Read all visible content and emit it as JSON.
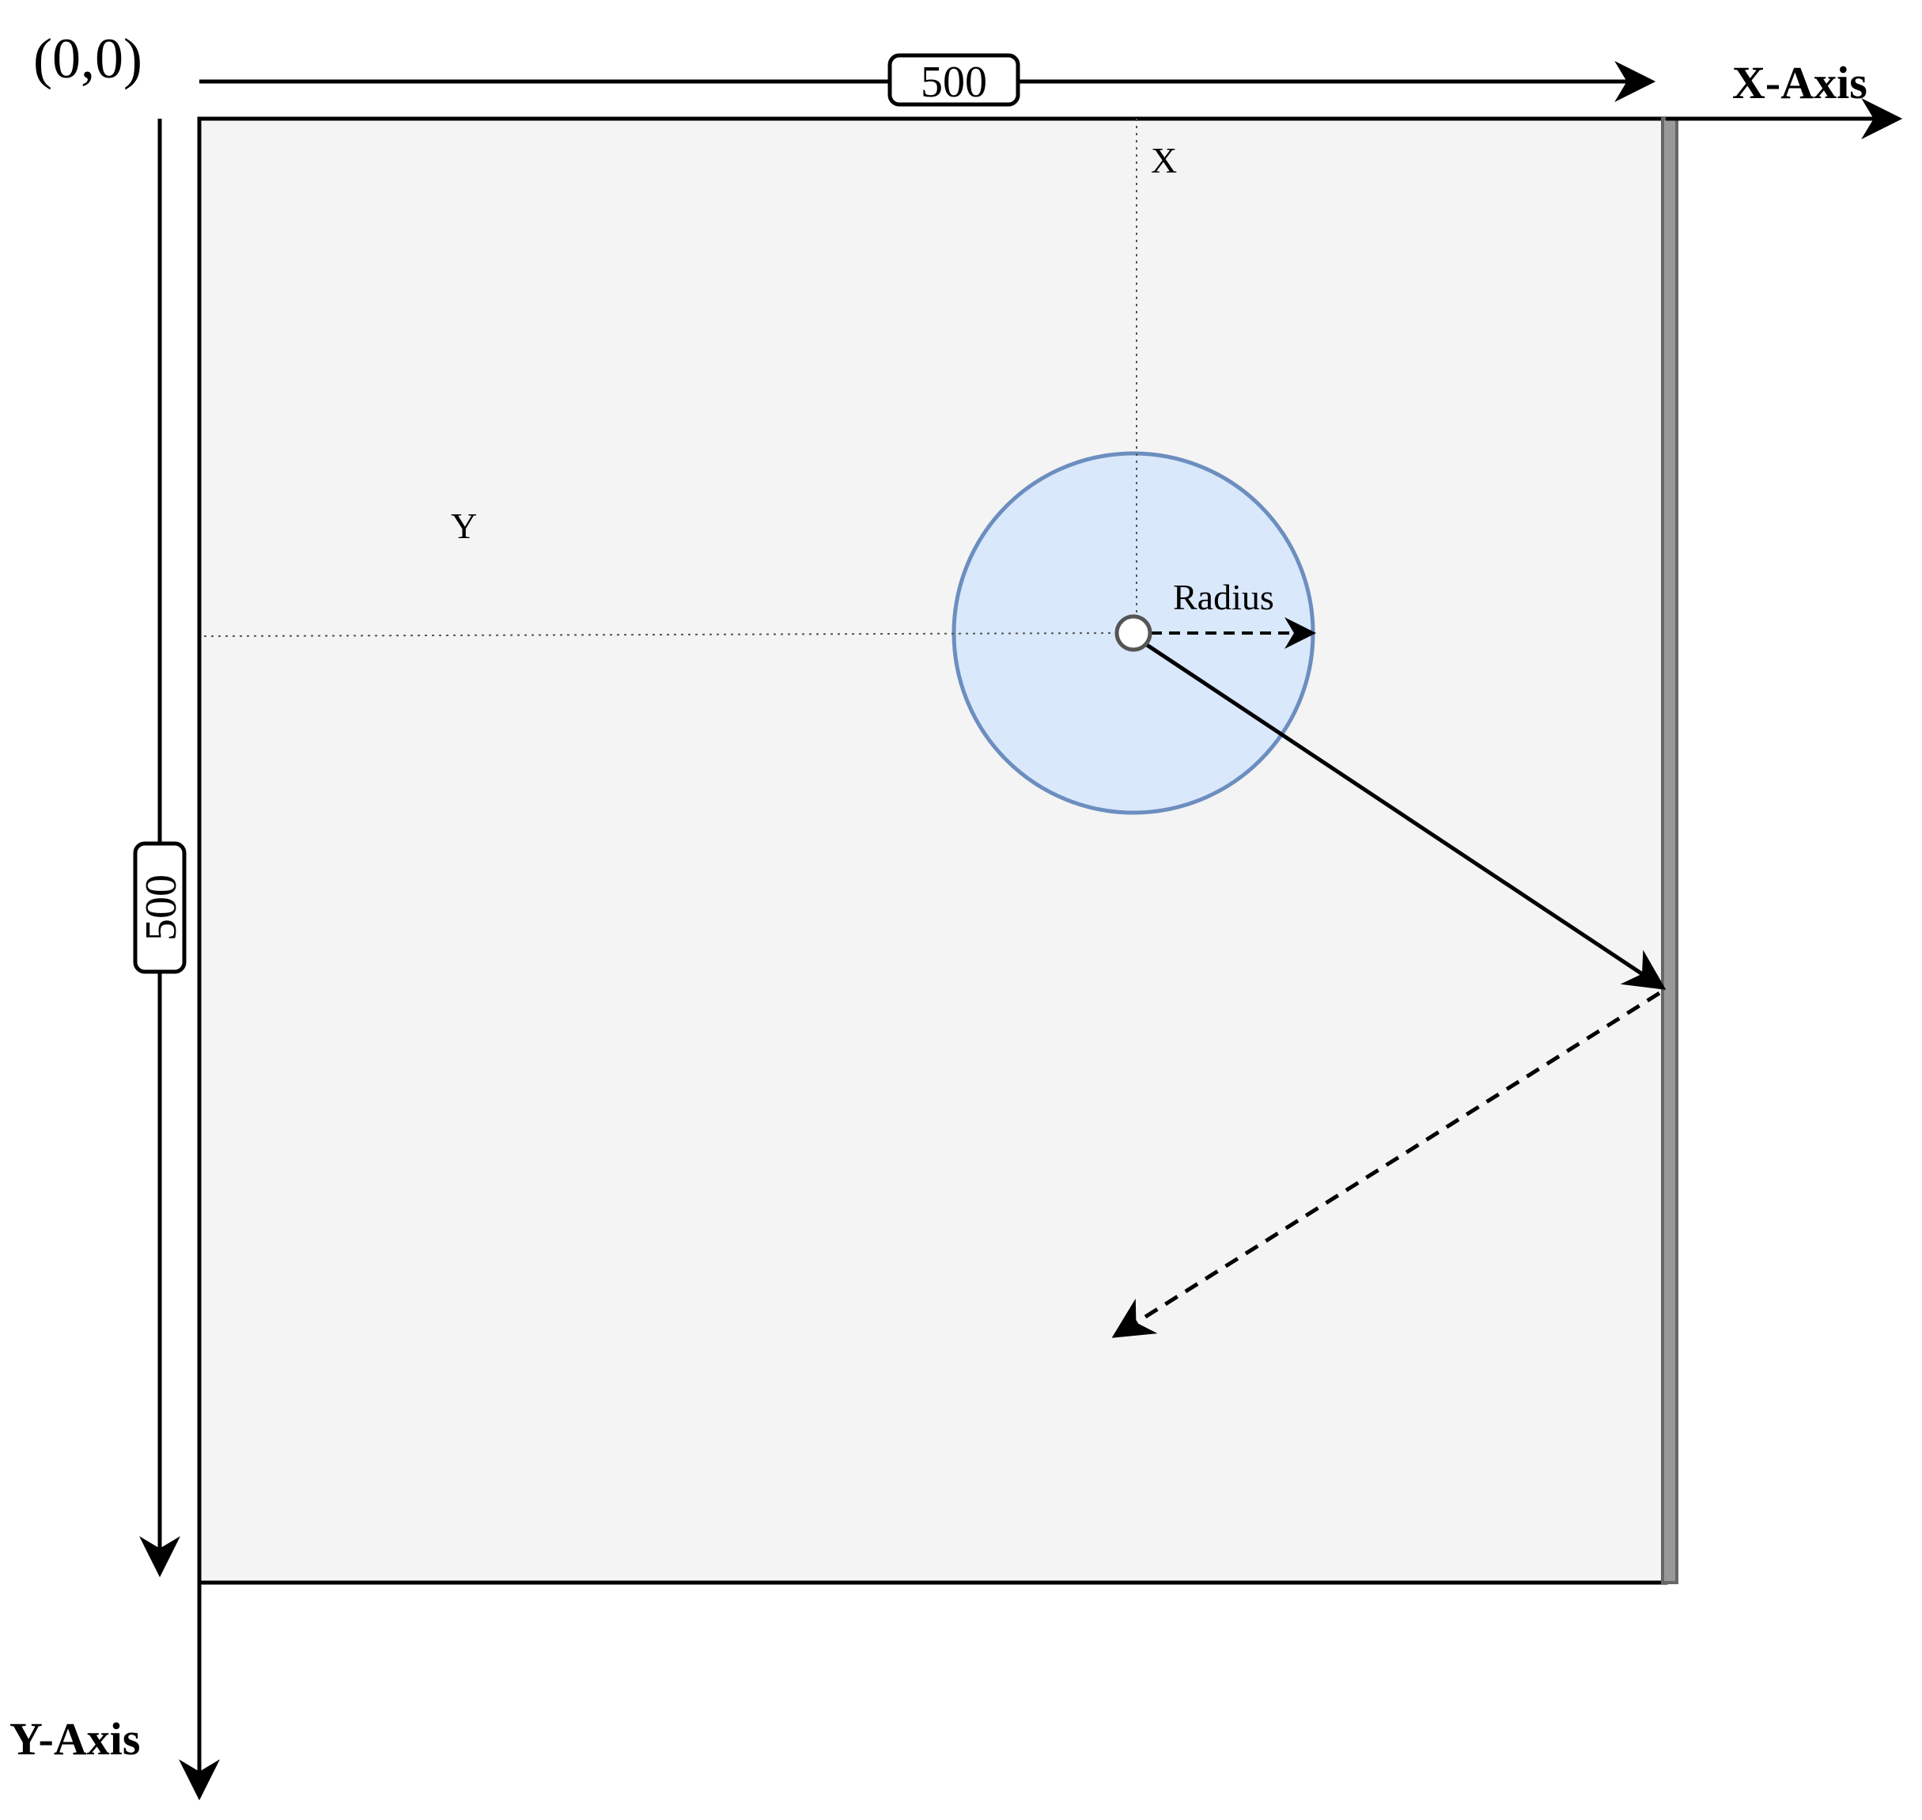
{
  "origin_label": "(0,0)",
  "x_axis": {
    "title": "X-Axis",
    "dimension": "500"
  },
  "y_axis": {
    "title": "Y-Axis",
    "dimension": "500"
  },
  "ball": {
    "x_label": "X",
    "y_label": "Y",
    "radius_label": "Radius"
  },
  "colors": {
    "canvas_fill": "#f4f4f4",
    "ball_fill": "#dae8fc",
    "ball_stroke": "#6c8ebf",
    "wall_fill": "#999999",
    "line": "#000000"
  }
}
